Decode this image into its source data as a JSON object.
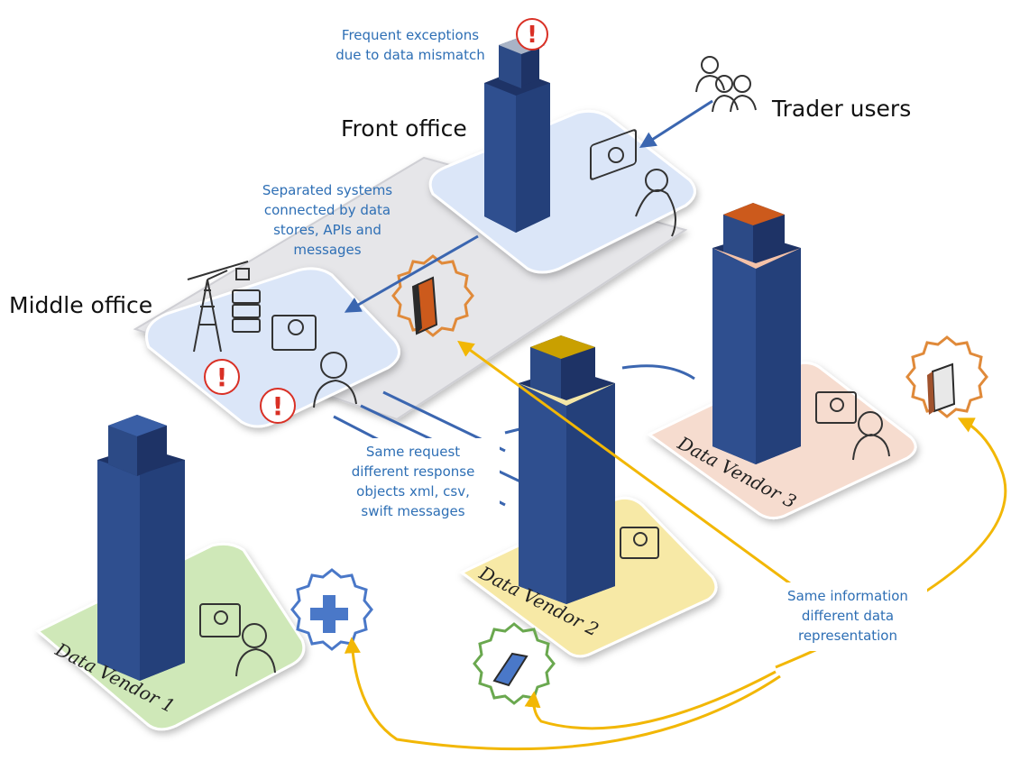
{
  "labels": {
    "front_office": "Front office",
    "middle_office": "Middle office",
    "trader_users": "Trader users",
    "exceptions": [
      "Frequent exceptions",
      "due to data mismatch"
    ],
    "separated": [
      "Separated systems",
      "connected by data",
      "stores, APIs and",
      "messages"
    ],
    "same_request": [
      "Same request",
      "different response",
      "objects xml, csv,",
      "swift messages"
    ],
    "same_info": [
      "Same information",
      "different data",
      "representation"
    ],
    "vendor1": "Data Vendor 1",
    "vendor2": "Data Vendor 2",
    "vendor3": "Data Vendor 3"
  },
  "icons": {
    "alert": "!"
  },
  "colors": {
    "tower_front": "#2f4f8f",
    "tower_side": "#1e3366",
    "tower_top": "#35589a",
    "note_blue": "#2e6fb5",
    "arrow_blue": "#3b66b0",
    "arrow_yellow": "#f2b705",
    "office_platform": "#e7e7ea",
    "tile_blue": "#dbe6f8",
    "tile_green": "#cfe8b8",
    "tile_yellow": "#f7e9a6",
    "tile_peach": "#f6dccf",
    "gear_orange": "#e08a3a",
    "gear_blue": "#4a78c8",
    "gear_green": "#6aa84f",
    "alert_red": "#d93025",
    "vendor3_cap": "#cc5a1c",
    "vendor2_cap": "#c9a000"
  }
}
